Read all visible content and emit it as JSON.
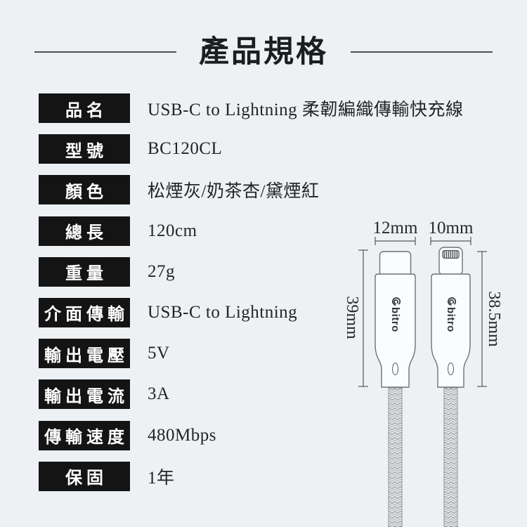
{
  "page": {
    "title": "產品規格",
    "background_color": "#eef1f3",
    "label_box_color": "#141414",
    "label_text_color": "#ffffff",
    "value_text_color": "#222426",
    "line_color": "#4c4f52"
  },
  "specs": [
    {
      "label": "品名",
      "value": "USB-C to Lightning 柔韌編織傳輸快充線"
    },
    {
      "label": "型號",
      "value": "BC120CL"
    },
    {
      "label": "顏色",
      "value": "松煙灰/奶茶杏/黛煙紅"
    },
    {
      "label": "總長",
      "value": "120cm"
    },
    {
      "label": "重量",
      "value": "27g"
    },
    {
      "label": "介面傳輸",
      "value": "USB-C to Lightning"
    },
    {
      "label": "輸出電壓",
      "value": "5V"
    },
    {
      "label": "輸出電流",
      "value": "3A"
    },
    {
      "label": "傳輸速度",
      "value": "480Mbps"
    },
    {
      "label": "保固",
      "value": "1年"
    }
  ],
  "diagram": {
    "usbc_width_label": "12mm",
    "lightning_width_label": "10mm",
    "usbc_length_label": "39mm",
    "lightning_length_label": "38.5mm",
    "brand": "bitro"
  }
}
